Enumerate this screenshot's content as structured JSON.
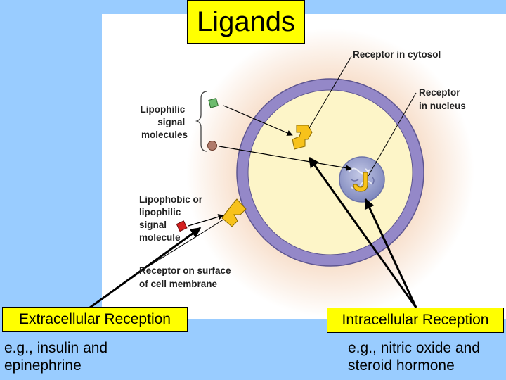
{
  "title": "Ligands",
  "diagram": {
    "labels": {
      "receptor_cytosol": "Receptor in cytosol",
      "receptor_nucleus": [
        "Receptor",
        "in nucleus"
      ],
      "lipophilic": [
        "Lipophilic",
        "signal",
        "molecules"
      ],
      "lipophobic": [
        "Lipophobic or",
        "lipophilic",
        "signal",
        "molecule"
      ],
      "receptor_surface": [
        "Receptor on surface",
        "of cell membrane"
      ]
    }
  },
  "extracellular": {
    "label": "Extracellular Reception",
    "example": "e.g., insulin and\nepinephrine"
  },
  "intracellular": {
    "label": "Intracellular Reception",
    "example": "e.g., nitric oxide and\nsteroid hormone"
  },
  "colors": {
    "background": "#99ccff",
    "highlight": "#ffff00",
    "membrane": "#9488c8",
    "cytoplasm": "#fdf5c8",
    "receptor": "#f7c21b",
    "nucleus": "#8a93c4",
    "lipophilic_square": "#6dbb6d",
    "lipophilic_circle": "#b07a6a",
    "lipophobic_square": "#d42020"
  }
}
